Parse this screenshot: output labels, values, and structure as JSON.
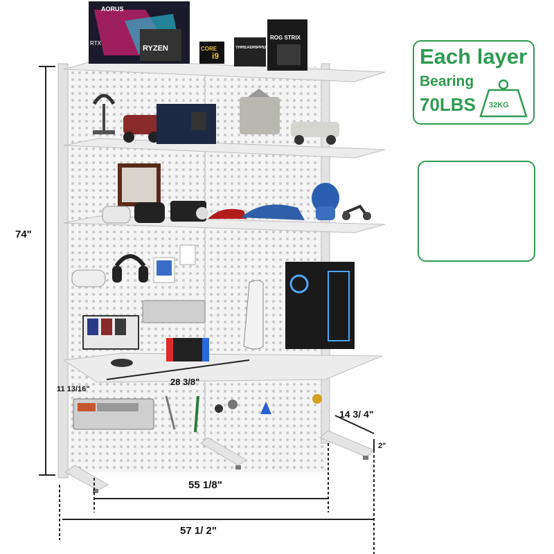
{
  "callout": {
    "line1": "Each layer",
    "line2": "Bearing",
    "line3": "70LBS",
    "weight_label": "32KG"
  },
  "dimensions": {
    "height": "74\"",
    "shelf_depth": "11 13/16\"",
    "shelf_width": "28 3/8\"",
    "foot_length": "14 3/ 4\"",
    "foot_height": "2\"",
    "inner_width": "55 1/8\"",
    "total_width": "57 1/ 2\""
  },
  "product_boxes": {
    "aorus": "AORUS",
    "ryzen": "RYZEN",
    "rtx": "RTX",
    "core": "CORE",
    "i9": "i9",
    "threadripper": "THREADRIPPER",
    "rog": "ROG STRIX"
  },
  "colors": {
    "accent_green": "#2e9a52",
    "hook_red": "#d23a3a",
    "shelf_white": "#eeeeee"
  },
  "icons": [
    "weight-icon",
    "hook-icon",
    "wire-basket-icon"
  ]
}
